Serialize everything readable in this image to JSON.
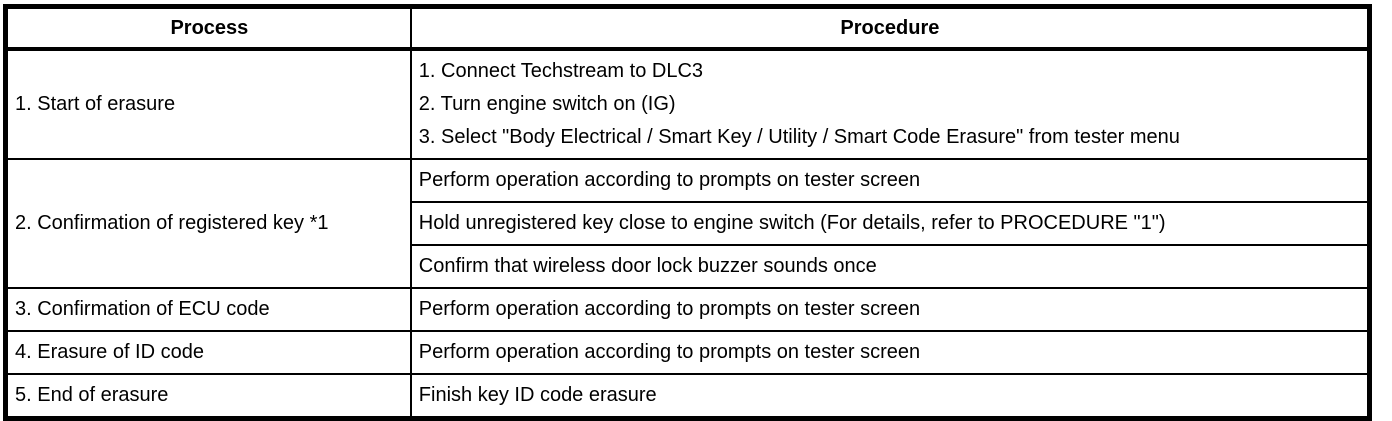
{
  "table": {
    "headers": {
      "process": "Process",
      "procedure": "Procedure"
    },
    "rows": [
      {
        "process": "1. Start of erasure",
        "procedure_lines": [
          "1. Connect Techstream to DLC3",
          "2. Turn engine switch on (IG)",
          "3. Select \"Body Electrical / Smart Key / Utility / Smart Code Erasure\" from tester menu"
        ]
      },
      {
        "process": "2. Confirmation of registered key *1",
        "procedures": [
          "Perform operation according to prompts on tester screen",
          "Hold unregistered key close to engine switch (For details, refer to PROCEDURE \"1\")",
          "Confirm that wireless door lock buzzer sounds once"
        ]
      },
      {
        "process": "3. Confirmation of ECU code",
        "procedure": "Perform operation according to prompts on tester screen"
      },
      {
        "process": "4. Erasure of ID code",
        "procedure": "Perform operation according to prompts on tester screen"
      },
      {
        "process": "5. End of erasure",
        "procedure": "Finish key ID code erasure"
      }
    ],
    "colors": {
      "border": "#000000",
      "text": "#000000",
      "background": "#ffffff"
    }
  }
}
